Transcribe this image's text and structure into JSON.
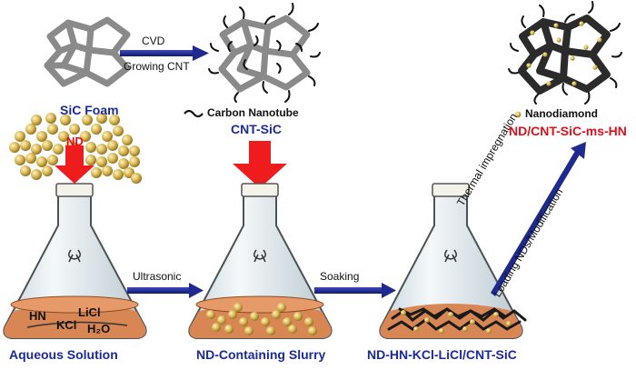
{
  "labels": {
    "sic_foam": "SiC Foam",
    "cvd": "CVD",
    "growing_cnt": "Growing CNT",
    "carbon_nanotube": "Carbon Nanotube",
    "cnt_sic": "CNT-SiC",
    "nanodiamond": "Nanodiamond",
    "nd_cnt_sic_ms_hn": "ND/CNT-SiC-ms-HN",
    "nd_top": "ND",
    "ultrasonic": "Ultrasonic",
    "soaking": "Soaking",
    "thermal_impregnation": "Thermal impregnation",
    "loading_nds": "Loading NDs/Modification",
    "aqueous_solution": "Aqueous Solution",
    "nd_slurry": "ND-Containing Slurry",
    "nd_hn_product": "ND-HN-KCl-LiCl/CNT-SiC",
    "chem_hn": "HN",
    "chem_licl": "LiCl",
    "chem_kcl": "KCl",
    "chem_h2o": "H₂O"
  },
  "colors": {
    "label_blue": "#1a2a9c",
    "label_red": "#e0101a",
    "arrow_blue": "#1f2a8f",
    "arrow_red": "#ee1c1c",
    "liquid": "#d98655",
    "foam_grey": "#8a8a8a",
    "nanodiamond_gold": "#d6b85a"
  }
}
